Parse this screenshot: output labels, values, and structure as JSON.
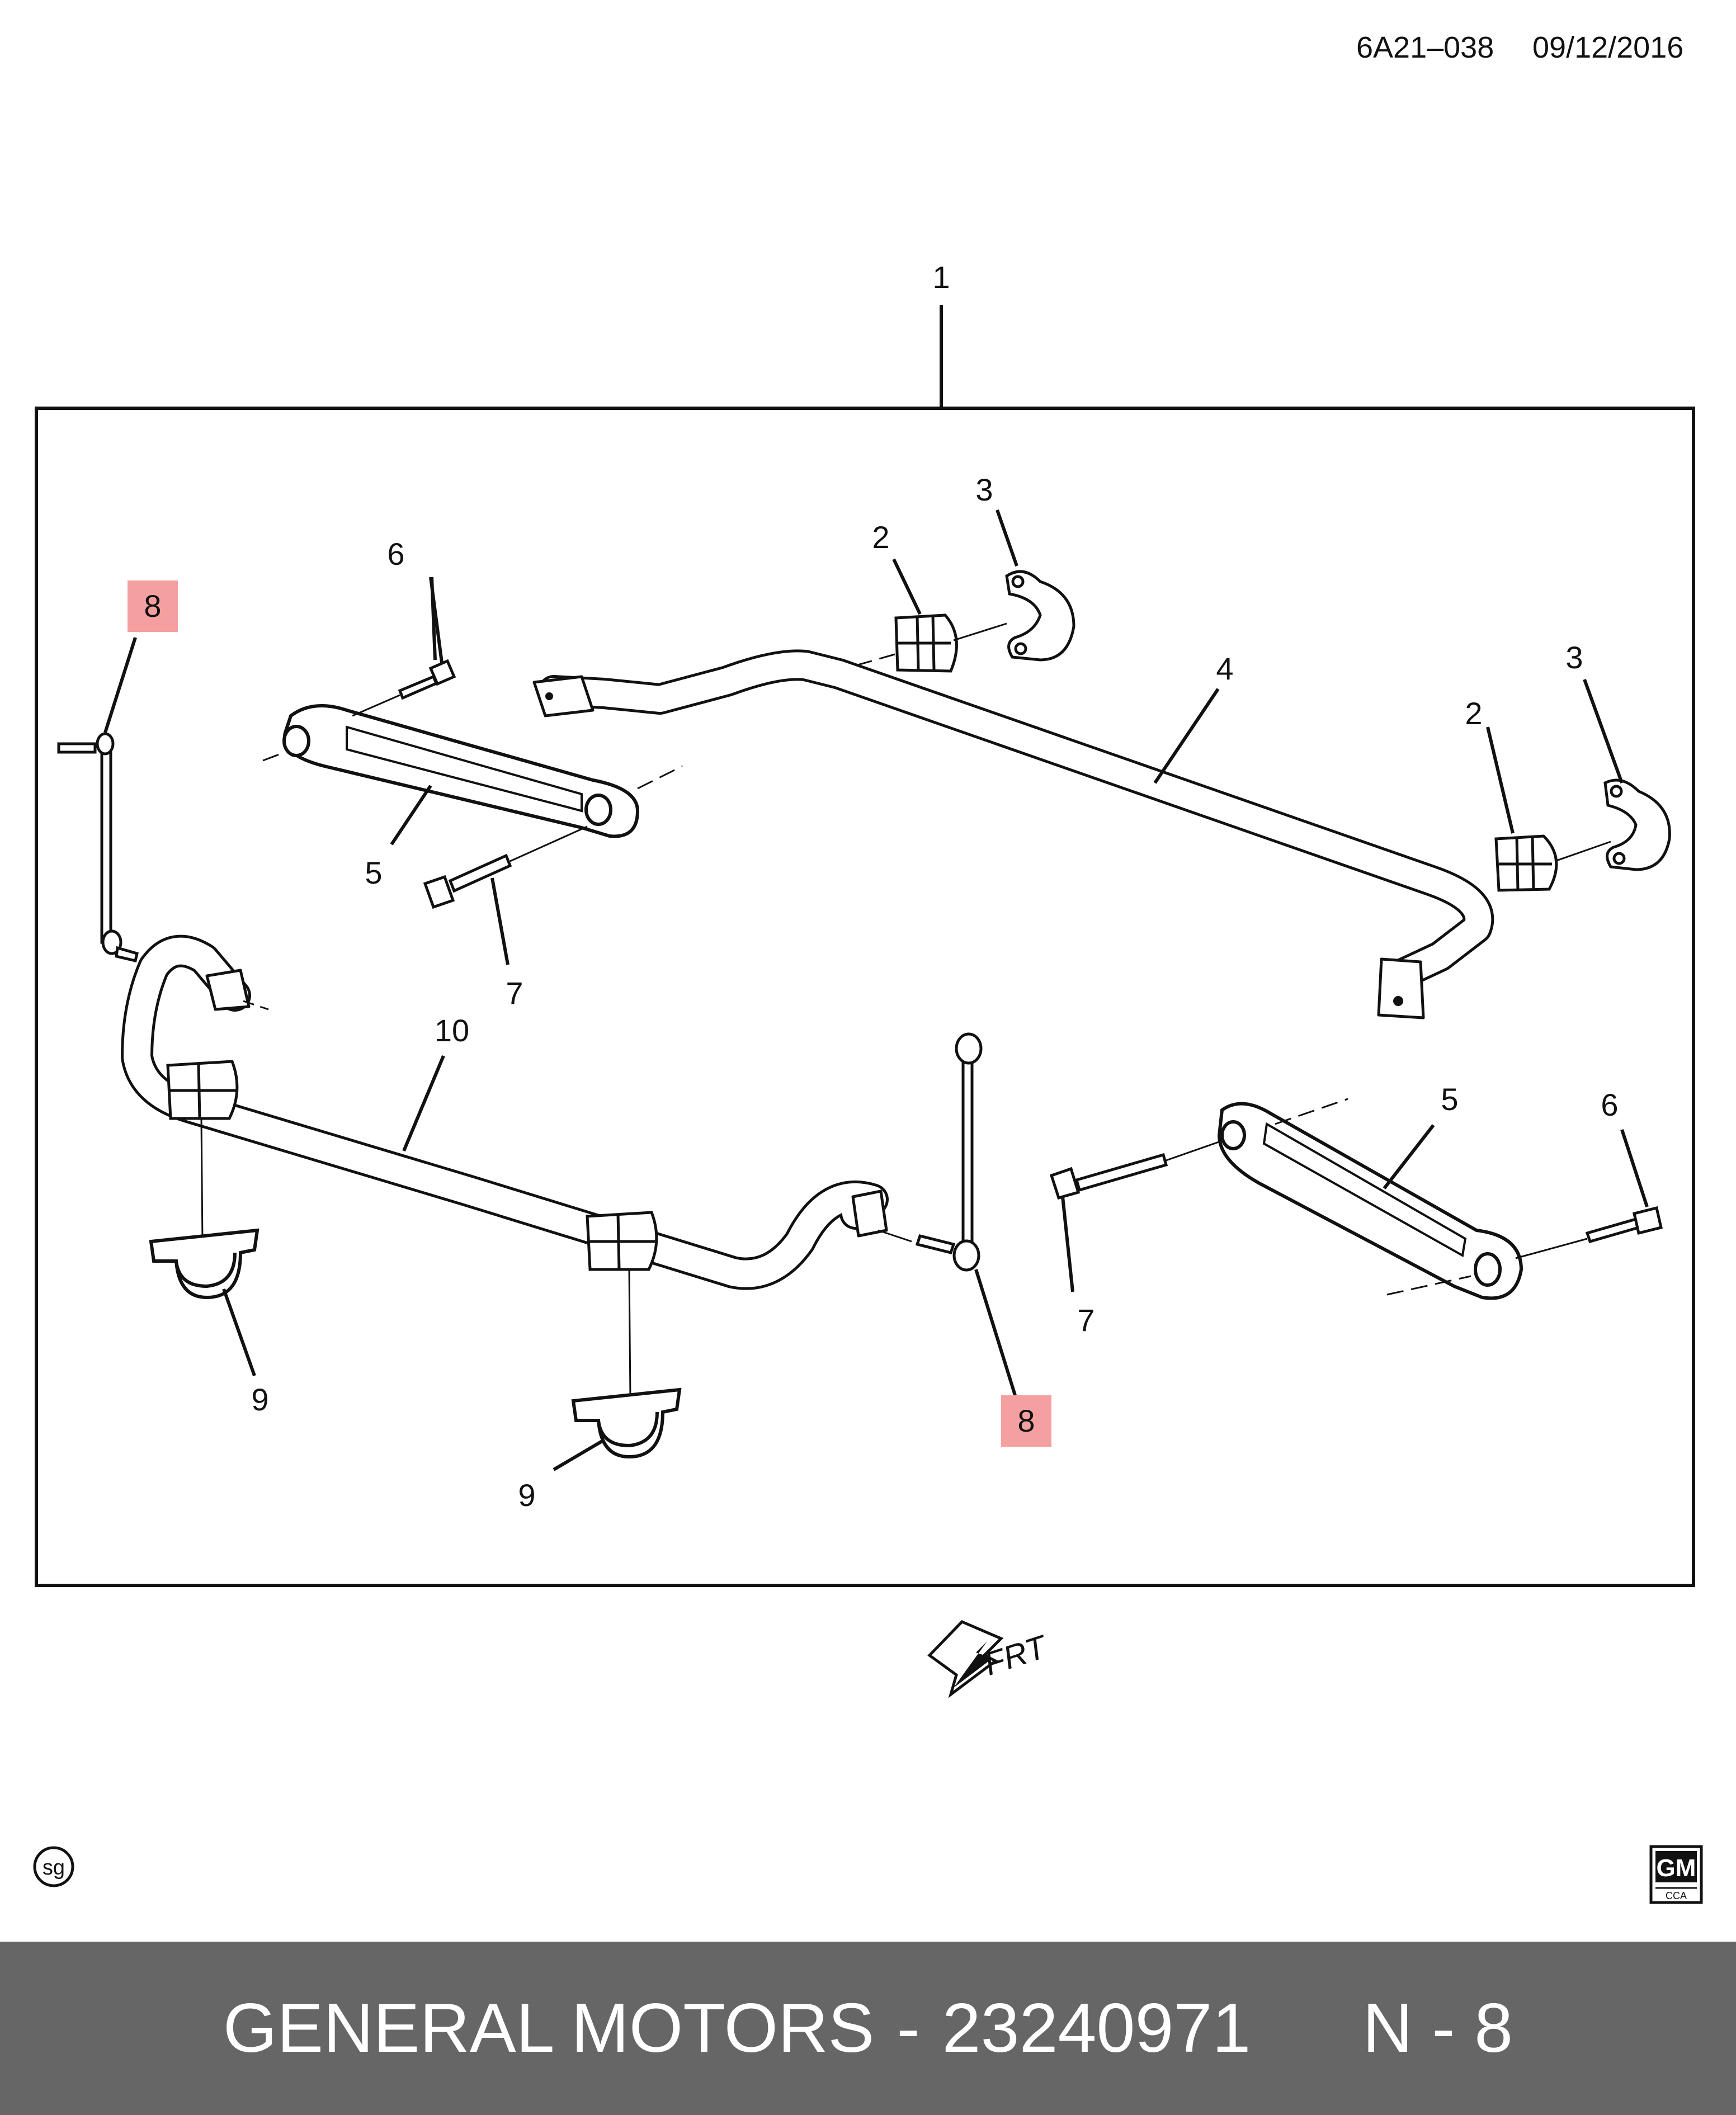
{
  "header": {
    "diagram_id": "6A21–038",
    "date": "09/12/2016"
  },
  "callouts": {
    "c1": "1",
    "c2a": "2",
    "c2b": "2",
    "c3a": "3",
    "c3b": "3",
    "c4": "4",
    "c5a": "5",
    "c5b": "5",
    "c6a": "6",
    "c6b": "6",
    "c7a": "7",
    "c7b": "7",
    "c8a": "8",
    "c8b": "8",
    "c9a": "9",
    "c9b": "9",
    "c10": "10"
  },
  "highlight_color": "#f4a0a0",
  "front_arrow": {
    "label": "FRT"
  },
  "marks": {
    "left": "sg",
    "logo_top": "GM",
    "logo_bottom": "CCA"
  },
  "footer": {
    "brand": "GENERAL MOTORS",
    "separator": "-",
    "part_number": "23240971",
    "ref": "N - 8"
  }
}
